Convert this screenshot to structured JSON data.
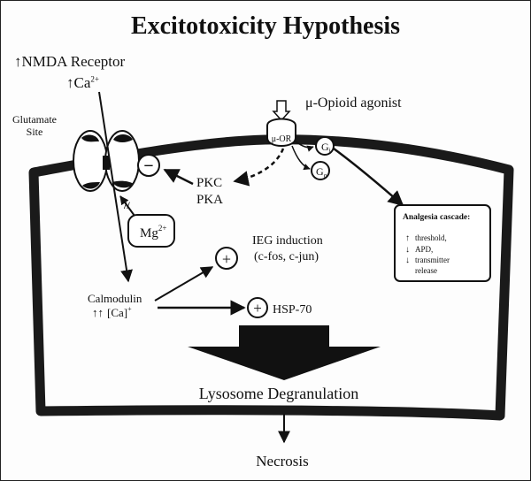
{
  "title": "Excitotoxicity Hypothesis",
  "nmda": {
    "arrow": "↑",
    "label": "NMDA Receptor"
  },
  "calcium_in": {
    "arrow": "↑",
    "label": "Ca",
    "sup": "2+"
  },
  "glutamate_site": {
    "line1": "Glutamate",
    "line2": "Site"
  },
  "inhibit_sign": "−",
  "plus_sign": "+",
  "pkc": "PKC",
  "pka": "PKA",
  "mg": {
    "label": "Mg",
    "sup": "2+"
  },
  "blocked_mark": "//",
  "opioid": {
    "label": "μ-Opioid agonist",
    "receptor": "μ-OR",
    "g1": "G",
    "g1_sub": "i",
    "g2": "G",
    "g2_sub": "o"
  },
  "analgesia": {
    "title": "Analgesia cascade:",
    "items": [
      {
        "arrow": "↑",
        "text": "threshold,"
      },
      {
        "arrow": "↓",
        "text": "APD,"
      },
      {
        "arrow": "↓",
        "text": "transmitter"
      },
      {
        "arrow": "",
        "text": "release"
      }
    ]
  },
  "ieg": {
    "line1": "IEG induction",
    "line2": "(c-fos, c-jun)"
  },
  "calmodulin": {
    "label": "Calmodulin",
    "arrows": "↑↑",
    "ca_label": "[Ca]",
    "sup": "+"
  },
  "hsp": "HSP-70",
  "lysosome": "Lysosome Degranulation",
  "necrosis": "Necrosis",
  "colors": {
    "ink": "#111111",
    "membrane": "#1a1a1a",
    "background": "#fdfdfd"
  }
}
